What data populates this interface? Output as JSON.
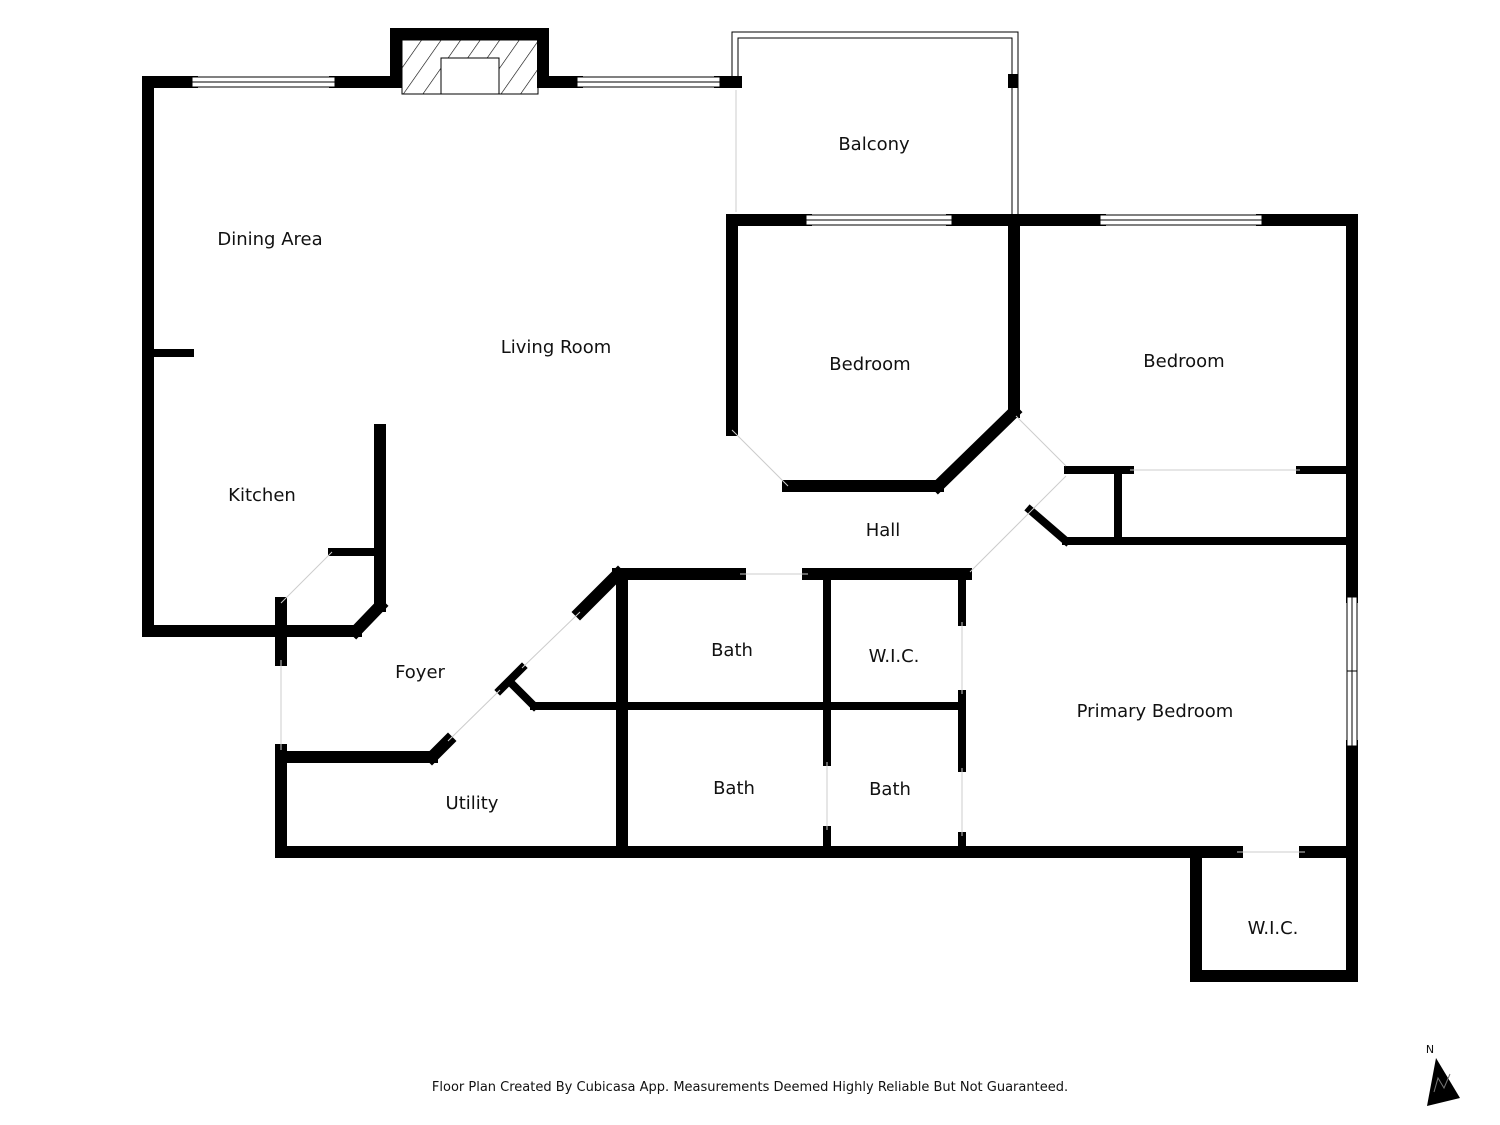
{
  "rooms": {
    "balcony": "Balcony",
    "dining_area": "Dining Area",
    "living_room": "Living Room",
    "bedroom_1": "Bedroom",
    "bedroom_2": "Bedroom",
    "kitchen": "Kitchen",
    "hall": "Hall",
    "foyer": "Foyer",
    "bath_1": "Bath",
    "wic_1": "W.I.C.",
    "primary_bedroom": "Primary Bedroom",
    "bath_2": "Bath",
    "bath_3": "Bath",
    "utility": "Utility",
    "wic_2": "W.I.C."
  },
  "footer": {
    "disclaimer": "Floor Plan Created By Cubicasa App. Measurements Deemed Highly Reliable But Not Guaranteed."
  },
  "compass": {
    "north_label": "N",
    "icon": "north-arrow-icon"
  },
  "colors": {
    "wall": "#000000",
    "background": "#ffffff"
  }
}
